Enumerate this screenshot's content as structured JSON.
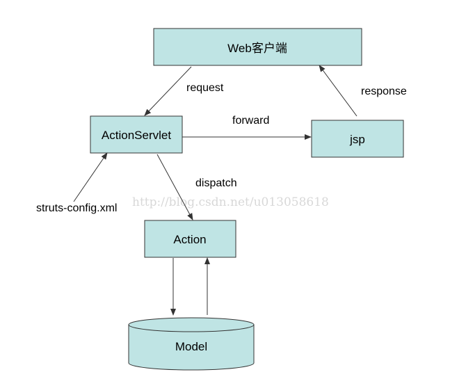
{
  "colors": {
    "node_fill": "#bfe4e4",
    "node_stroke": "#333333",
    "edge": "#333333",
    "watermark": "#d8d8d8"
  },
  "nodes": {
    "web_client": "Web客户端",
    "action_servlet": "ActionServlet",
    "jsp": "jsp",
    "action": "Action",
    "model": "Model"
  },
  "edges": {
    "request": "request",
    "response": "response",
    "forward": "forward",
    "dispatch": "dispatch",
    "struts_config": "struts-config.xml"
  },
  "watermark": "http://blog.csdn.net/u013058618"
}
